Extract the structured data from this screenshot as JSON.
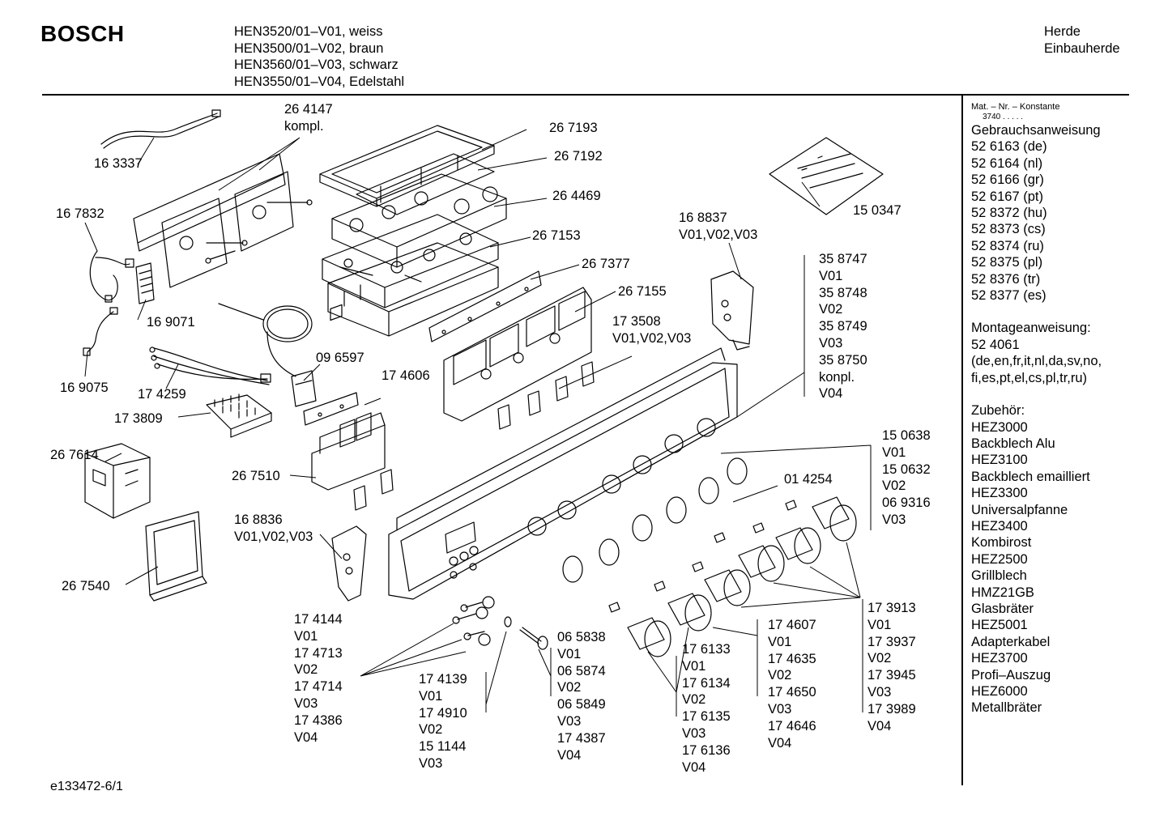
{
  "header": {
    "brand": "BOSCH",
    "models": [
      "HEN3520/01–V01, weiss",
      "HEN3500/01–V02, braun",
      "HEN3560/01–V03, schwarz",
      "HEN3550/01–V04, Edelstahl"
    ],
    "category": [
      "Herde",
      "Einbauherde"
    ]
  },
  "sidebar": {
    "mat_heading": "Mat. – Nr. – Konstante",
    "mat_value": "3740  .  .  .  .  .",
    "manual": {
      "title": "Gebrauchsanweisung",
      "items": [
        "52 6163 (de)",
        "52 6164 (nl)",
        "52 6166 (gr)",
        "52 6167 (pt)",
        "52 8372 (hu)",
        "52 8373 (cs)",
        "52 8374 (ru)",
        "52 8375 (pl)",
        "52 8376 (tr)",
        "52 8377 (es)"
      ]
    },
    "assembly": {
      "title": "Montageanweisung:",
      "items": [
        "52 4061",
        "(de,en,fr,it,nl,da,sv,no,",
        "fi,es,pt,el,cs,pl,tr,ru)"
      ]
    },
    "accessories": {
      "title": "Zubehör:",
      "items": [
        "HEZ3000",
        "Backblech Alu",
        "HEZ3100",
        "Backblech emailliert",
        "HEZ3300",
        "Universalpfanne",
        "HEZ3400",
        "Kombirost",
        "HEZ2500",
        "Grillblech",
        "HMZ21GB",
        "Glasbräter",
        "HEZ5001",
        "Adapterkabel",
        "HEZ3700",
        "Profi–Auszug",
        "HEZ6000",
        "Metallbräter"
      ]
    }
  },
  "labels": {
    "p264147": [
      "26 4147",
      "kompl."
    ],
    "p163337": [
      "16 3337"
    ],
    "p167832": [
      "16 7832"
    ],
    "p169071": [
      "16 9071"
    ],
    "p169075": [
      "16 9075"
    ],
    "p174259": [
      "17 4259"
    ],
    "p173809": [
      "17 3809"
    ],
    "p267614": [
      "26 7614"
    ],
    "p267540": [
      "26 7540"
    ],
    "p267193": [
      "26 7193"
    ],
    "p267192": [
      "26 7192"
    ],
    "p264469": [
      "26 4469"
    ],
    "p267153": [
      "26 7153"
    ],
    "p267377": [
      "26 7377"
    ],
    "p267155": [
      "26 7155"
    ],
    "p096597": [
      "09 6597"
    ],
    "p174606": [
      "17 4606"
    ],
    "p267510": [
      "26 7510"
    ],
    "p168836": [
      "16 8836",
      "V01,V02,V03"
    ],
    "p173508": [
      "17 3508",
      "V01,V02,V03"
    ],
    "p168837": [
      "16 8837",
      "V01,V02,V03"
    ],
    "p150347": [
      "15 0347"
    ],
    "p358747": [
      "35 8747",
      "V01",
      "35 8748",
      "V02",
      "35 8749",
      "V03",
      "35 8750",
      "konpl.",
      "V04"
    ],
    "p150638": [
      "15 0638",
      "V01",
      "15 0632",
      "V02",
      "06 9316",
      "V03"
    ],
    "p014254": [
      "01 4254"
    ],
    "p174144": [
      "17 4144",
      "V01",
      "17 4713",
      "V02",
      "17 4714",
      "V03",
      "17 4386",
      "V04"
    ],
    "p174139": [
      "17 4139",
      "V01",
      "17 4910",
      "V02",
      "15 1144",
      "V03"
    ],
    "p065838": [
      "06 5838",
      "V01",
      "06 5874",
      "V02",
      "06 5849",
      "V03",
      "17 4387",
      "V04"
    ],
    "p176133": [
      "17 6133",
      "V01",
      "17 6134",
      "V02",
      "17 6135",
      "V03",
      "17 6136",
      "V04"
    ],
    "p174607": [
      "17 4607",
      "V01",
      "17 4635",
      "V02",
      "17 4650",
      "V03",
      "17 4646",
      "V04"
    ],
    "p173913": [
      "17 3913",
      "V01",
      "17 3937",
      "V02",
      "17 3945",
      "V03",
      "17 3989",
      "V04"
    ]
  },
  "footer": {
    "doc_id": "e133472-6/1"
  }
}
